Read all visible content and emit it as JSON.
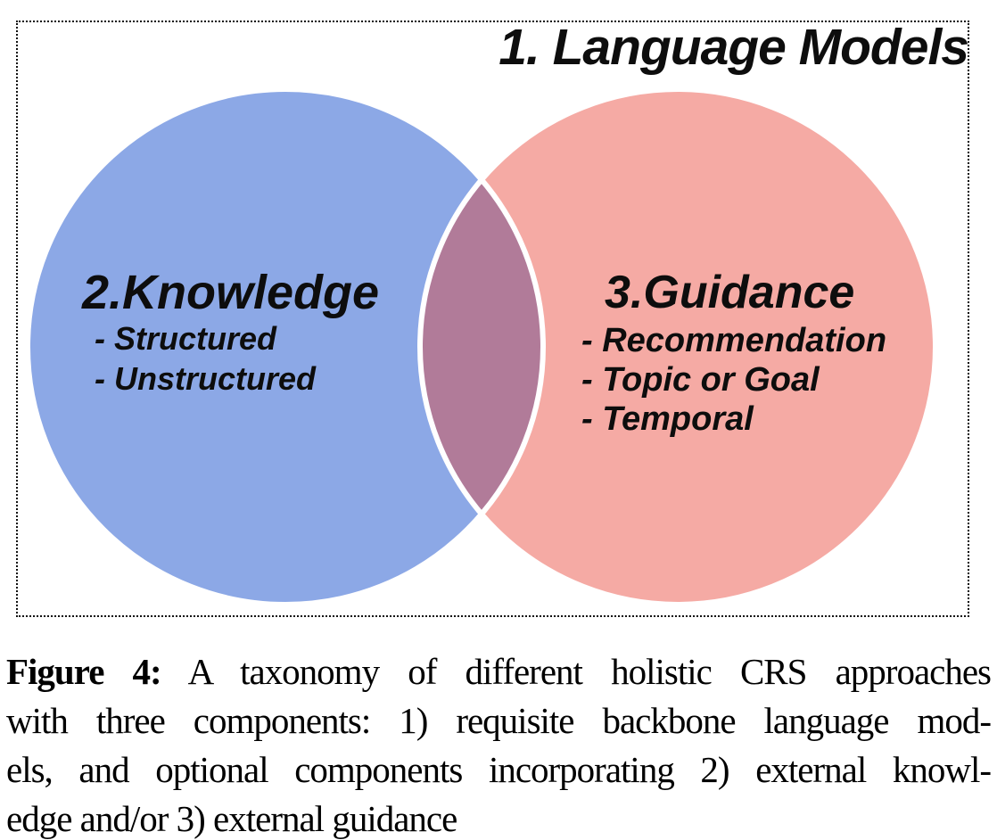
{
  "figure": {
    "title": "1. Language Models",
    "border_color": "#111111",
    "outline_color": "#ffffff",
    "overlap_fill": "#b17b99",
    "knowledge": {
      "label": "2.Knowledge",
      "fill": "#8ca8e6",
      "items": [
        "- Structured",
        "- Unstructured"
      ]
    },
    "guidance": {
      "label": "3.Guidance",
      "fill": "#f5aaa4",
      "items": [
        "- Recommendation",
        "- Topic or Goal",
        "- Temporal"
      ]
    }
  },
  "caption": {
    "label_bold": "Figure 4:",
    "line1_rest": " A taxonomy of different holistic CRS approaches",
    "line2": "with three components: 1) requisite backbone language mod-",
    "line3": "els, and optional components incorporating 2) external knowl-",
    "line4": "edge and/or 3) external guidance"
  }
}
